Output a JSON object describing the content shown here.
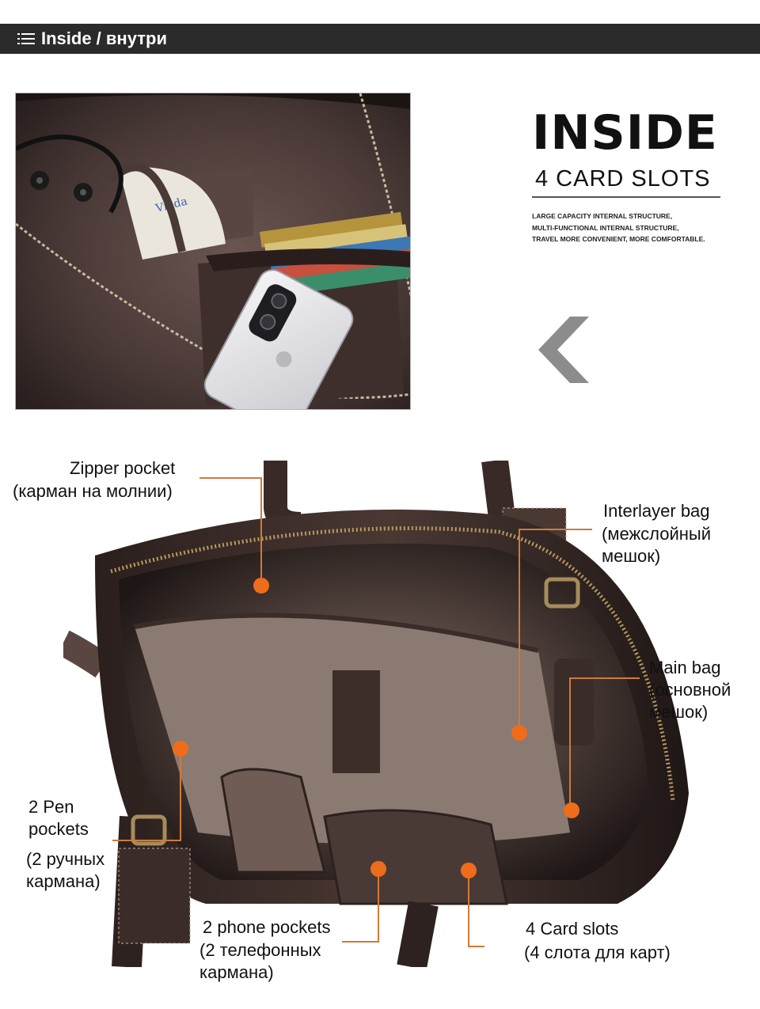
{
  "header": {
    "title": "Inside / внутри",
    "icon": "list-icon"
  },
  "feature": {
    "title": "INSIDE",
    "subtitle": "4 CARD SLOTS",
    "description": [
      "LARGE CAPACITY INTERNAL STRUCTURE,",
      "MULTI-FUNCTIONAL INTERNAL STRUCTURE,",
      "TRAVEL MORE CONVENIENT, MORE COMFORTABLE."
    ]
  },
  "top_photo": {
    "tissue_brand": "Vinda"
  },
  "colors": {
    "header_bg": "#2b2b2b",
    "leader_line": "#d07a3a",
    "marker": "#ef6c1b",
    "chevron": "#888888"
  },
  "callouts": {
    "zipper": {
      "en": "Zipper pocket",
      "ru": "(карман на молнии)"
    },
    "interlayer": {
      "en": "Interlayer bag",
      "ru1": "(межслойный",
      "ru2": "мешок)"
    },
    "main": {
      "en": "Main bag",
      "ru1": "(основной",
      "ru2": "мешок)"
    },
    "pen": {
      "en1": "2 Pen",
      "en2": "pockets",
      "ru1": "(2 ручных",
      "ru2": "кармана)"
    },
    "phone": {
      "en": "2 phone pockets",
      "ru1": "(2 телефонных",
      "ru2": "кармана)"
    },
    "card": {
      "en": "4 Card slots",
      "ru": "(4 слота для карт)"
    }
  }
}
